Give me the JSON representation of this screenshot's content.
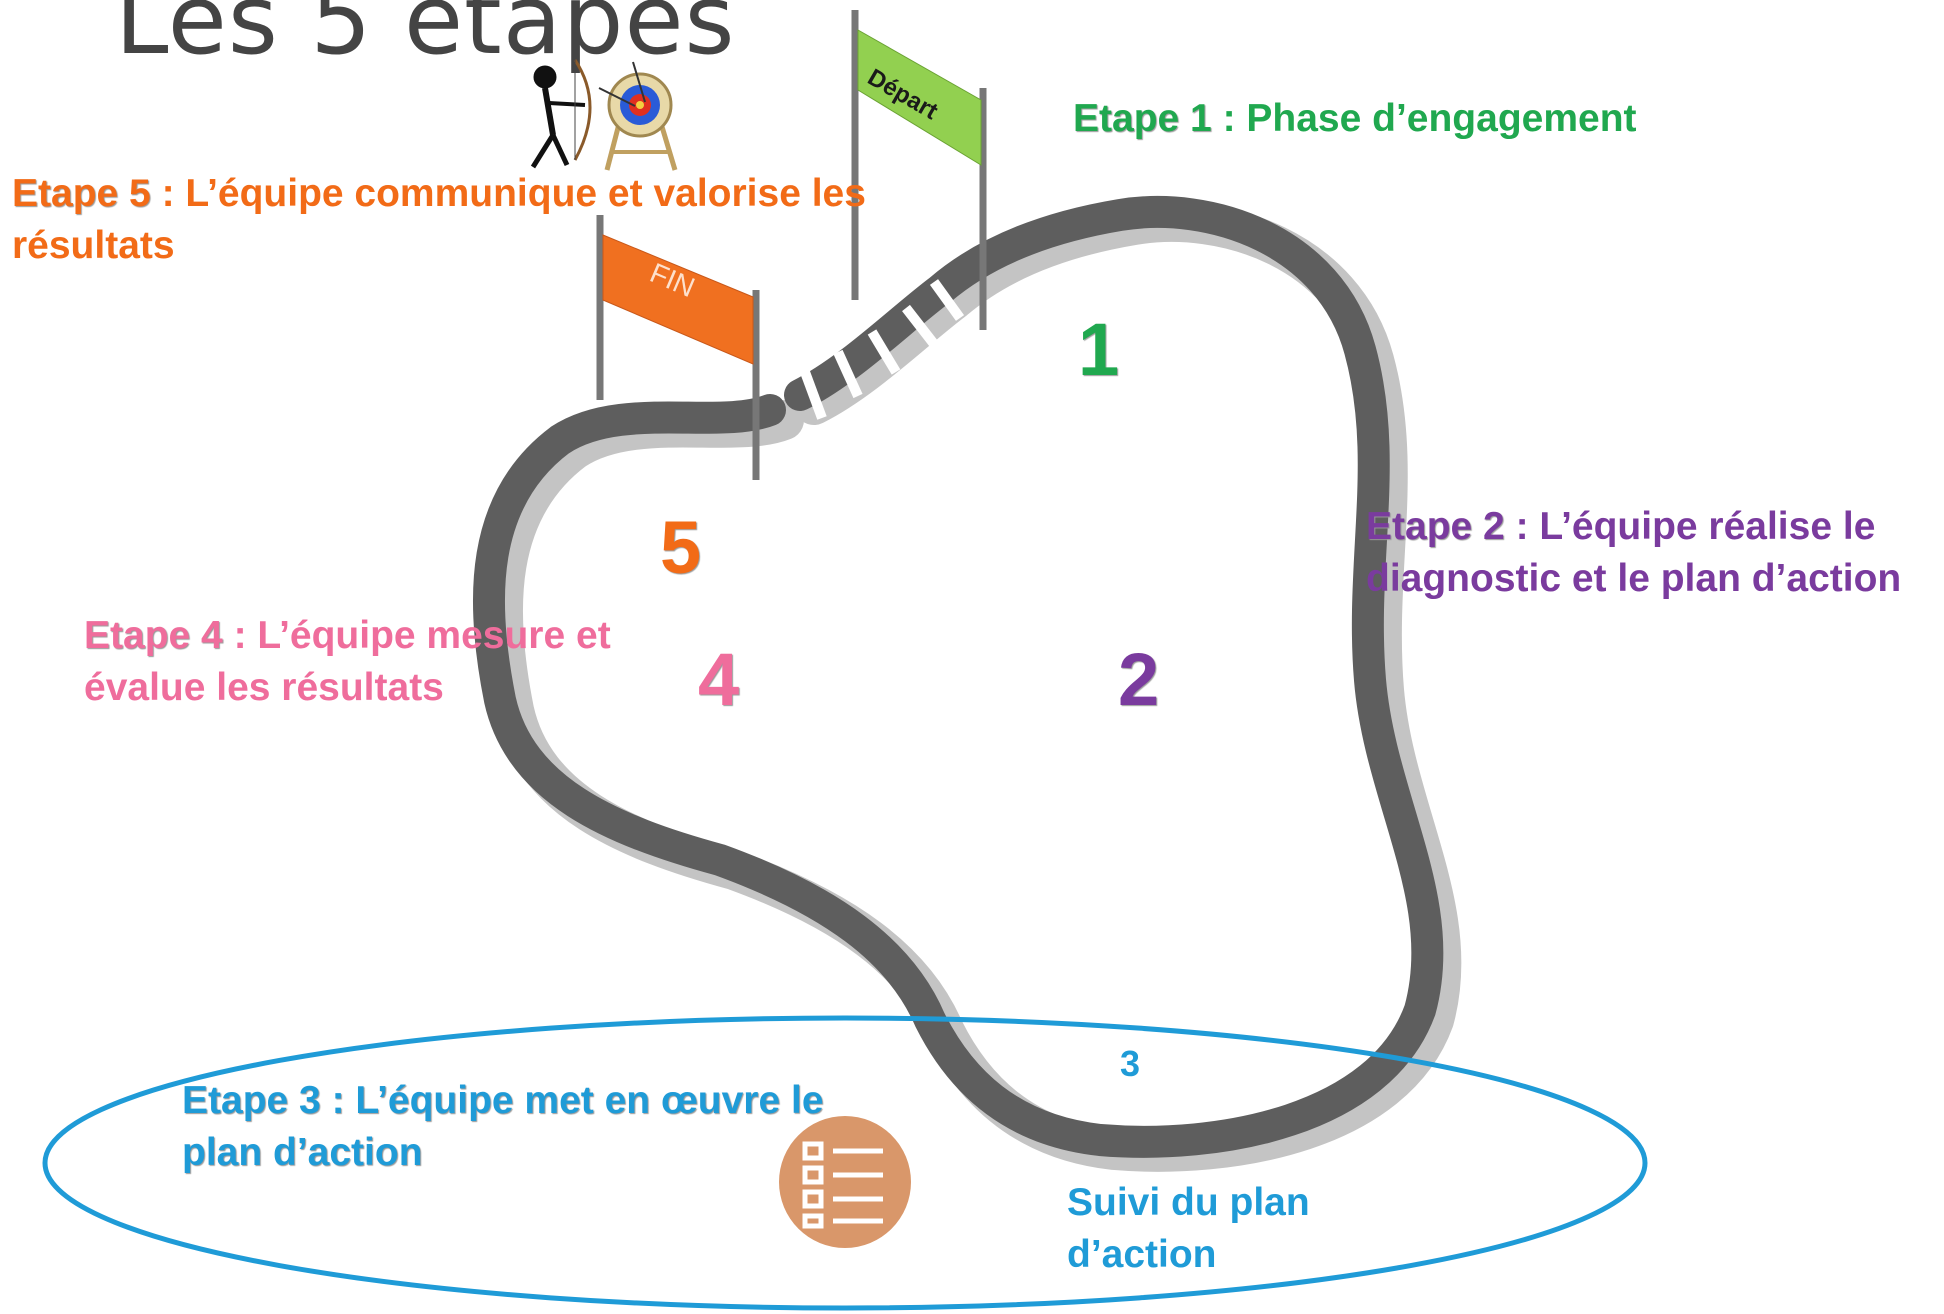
{
  "title": "Les 5 étapes",
  "colors": {
    "step1": "#20a84f",
    "step2": "#7a3b9e",
    "step3": "#1f9bd7",
    "step4": "#ef6d9c",
    "step5": "#f26b17",
    "track": "#5e5e5e",
    "track_shadow": "#b8b8b8",
    "flag_start": "#92d050",
    "flag_end": "#f07020",
    "checklist_icon": "#d9976a"
  },
  "flags": {
    "start": "Départ",
    "end": "FIN"
  },
  "steps": [
    {
      "number": "1",
      "label": "Etape 1",
      "text": " : Phase d’engagement"
    },
    {
      "number": "2",
      "label": "Etape 2",
      "text": " : L’équipe réalise le diagnostic et le plan d’action"
    },
    {
      "number": "3",
      "label": "Etape 3",
      "text": " : L’équipe met en œuvre le plan d’action"
    },
    {
      "number": "4",
      "label": "Etape 4",
      "text": " : L’équipe mesure et évalue les résultats"
    },
    {
      "number": "5",
      "label": "Etape 5",
      "text": " : L’équipe communique et valorise les résultats"
    }
  ],
  "followup": "Suivi du plan d’action",
  "icons": [
    "archer-icon",
    "target-icon",
    "checklist-icon"
  ]
}
